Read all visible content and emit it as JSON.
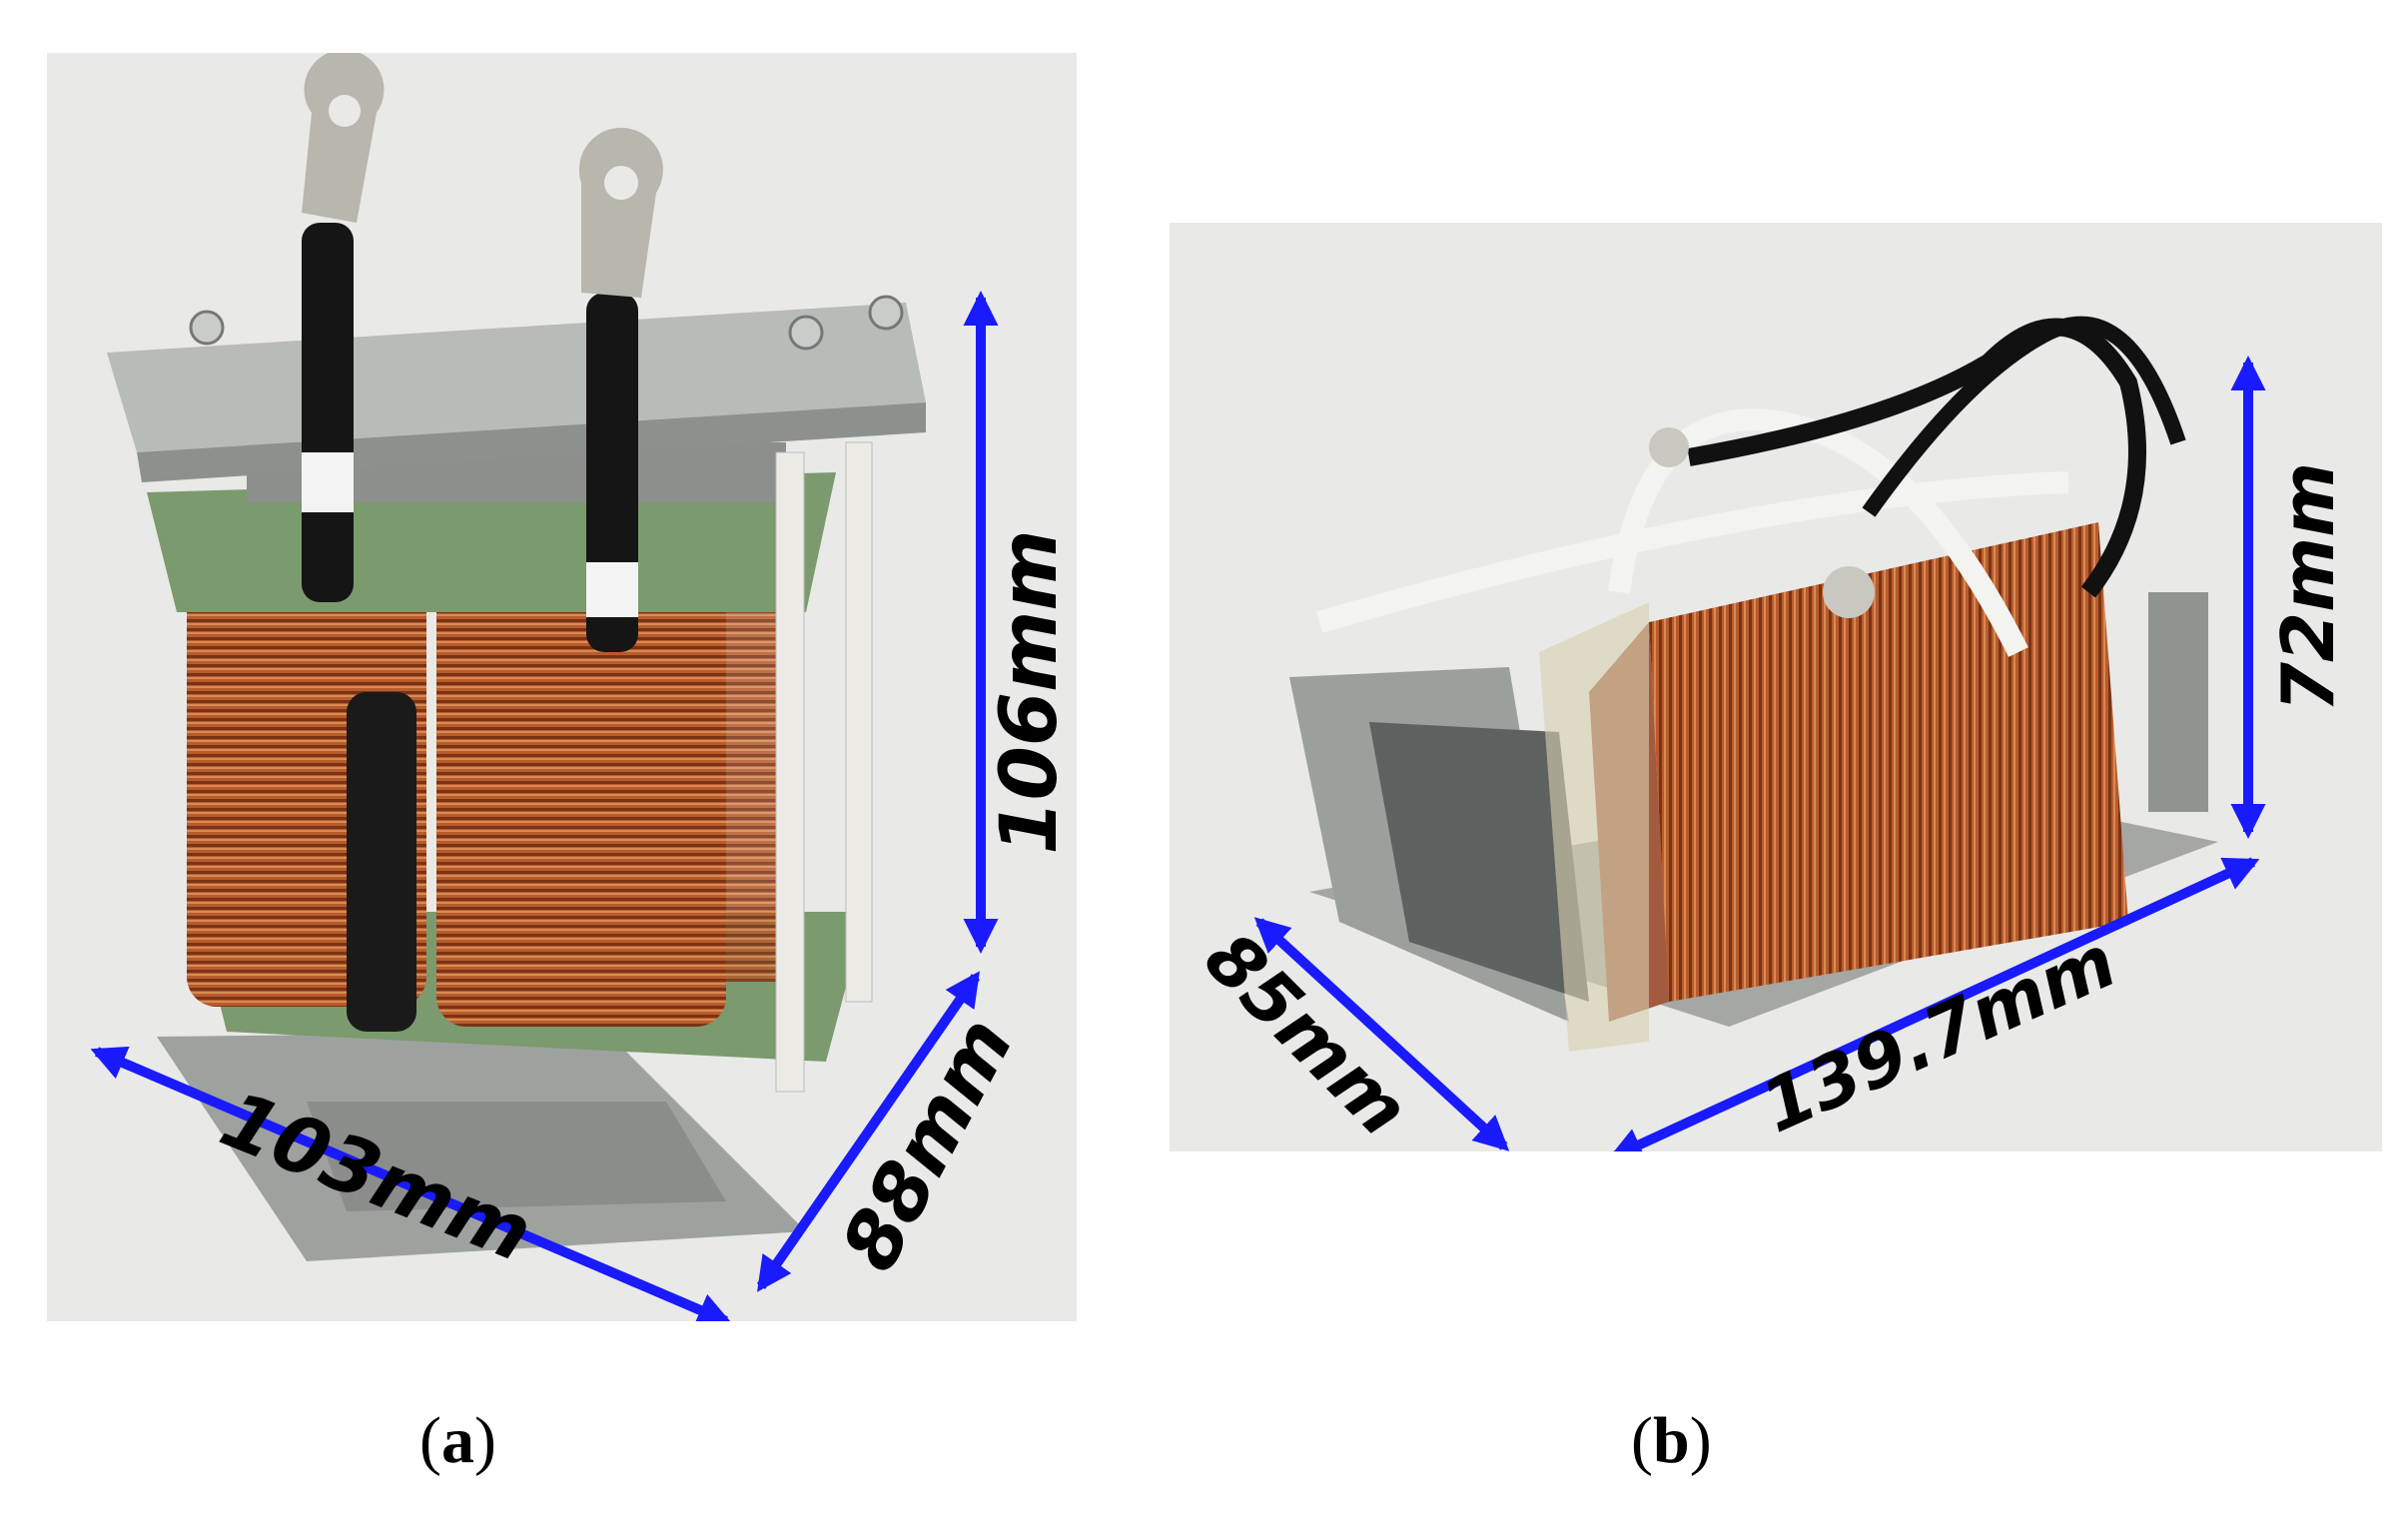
{
  "panel_a": {
    "caption_label": "a",
    "dimensions": {
      "height": "106mm",
      "width": "103mm",
      "depth": "88mm"
    }
  },
  "panel_b": {
    "caption_label": "b",
    "dimensions": {
      "height": "72mm",
      "length": "139.7mm",
      "depth": "85mm"
    }
  },
  "colors": {
    "arrow": "#1a1aff",
    "copper": "#b5582a",
    "steel": "#a9aeab",
    "background": "#e9e9e7"
  }
}
